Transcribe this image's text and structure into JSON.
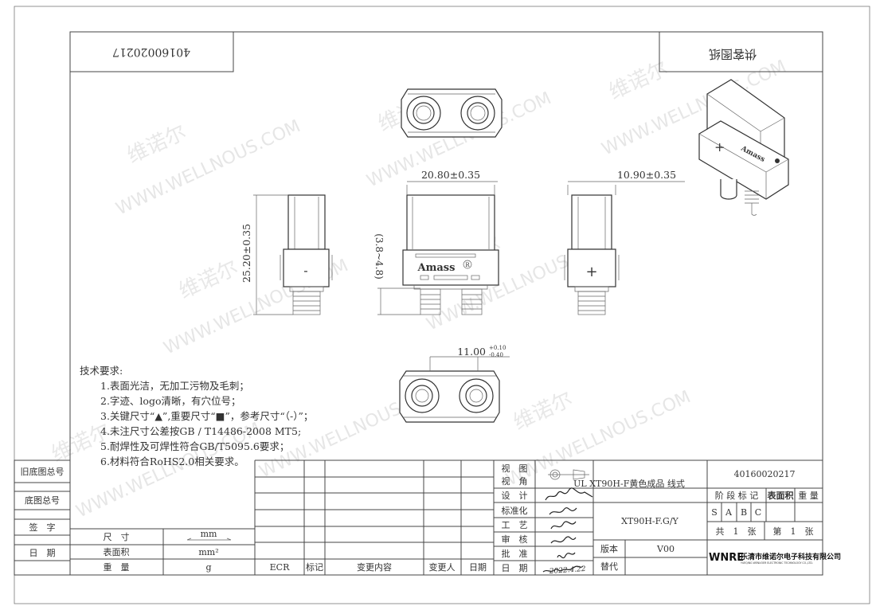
{
  "drawing_number_flipped": "40160020217",
  "customer_drawing_flipped": "供客图纸",
  "watermarks": {
    "cn": "维诺尔",
    "url": "WWW.WELLNOUS.COM"
  },
  "dimensions": {
    "front_width": "20.80±0.35",
    "side_width": "10.90±0.35",
    "height": "25.20±0.35",
    "pin_reference": "(3.8~4.8)",
    "bottom_width": "11.00",
    "bottom_tol_plus": "+0.10",
    "bottom_tol_minus": "-0.40"
  },
  "part_marks": {
    "logo": "Amass",
    "registered": "R",
    "plus": "+",
    "minus": "-"
  },
  "requirements": {
    "title": "技术要求:",
    "items": [
      "1.表面光洁，无加工污物及毛刺；",
      "2.字迹、logo清晰，有穴位号；",
      "3.关键尺寸“▲”,重要尺寸“■”，参考尺寸“（-）”；",
      "4.未注尺寸公差按GB / T14486-2008 MT5;",
      "5.耐焊性及可焊性符合GB/T5095.6要求；",
      "6.材料符合RoHS2.0相关要求。"
    ]
  },
  "left_strip": [
    "旧底图总号",
    "底图总号",
    "签　字",
    "日　期"
  ],
  "units_table": [
    {
      "label": "尺　寸",
      "unit": "mm"
    },
    {
      "label": "表面积",
      "unit": "mm²"
    },
    {
      "label": "重　量",
      "unit": "g"
    }
  ],
  "change_table_headers": [
    "ECR",
    "标记",
    "变更内容",
    "变更人",
    "日期"
  ],
  "title_block": {
    "view_labels": [
      "视　图",
      "视　角"
    ],
    "roles": [
      "设　计",
      "标准化",
      "工　艺",
      "审　核",
      "批　准",
      "日　期"
    ],
    "signature_date": "2022.4.22",
    "product_name": "UL XT90H-F黄色成品 线式",
    "part_number": "XT90H-F.G/Y",
    "version_label": "版本",
    "version": "V00",
    "replace_label": "替代",
    "drawing_number": "40160020217",
    "stage_label": "阶 段 标 记",
    "surface_label": "表面积",
    "weight_label": "重 量",
    "stages": [
      "S",
      "A",
      "B",
      "C"
    ],
    "total_sheets": "共　1　张",
    "sheet_no": "第　1　张",
    "company_logo": "WNRE",
    "company_name": "乐清市维诺尔电子科技有限公司",
    "company_name_en": "YUEQING WENUOER ELECTRONIC TECHNOLOGY CO.,LTD."
  }
}
